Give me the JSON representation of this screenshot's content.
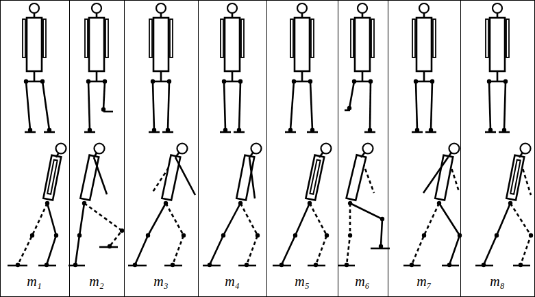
{
  "diagram": {
    "labels": [
      "m₁",
      "m₂",
      "m₃",
      "m₄",
      "m₅",
      "m₆",
      "m₇",
      "m₈"
    ]
  }
}
